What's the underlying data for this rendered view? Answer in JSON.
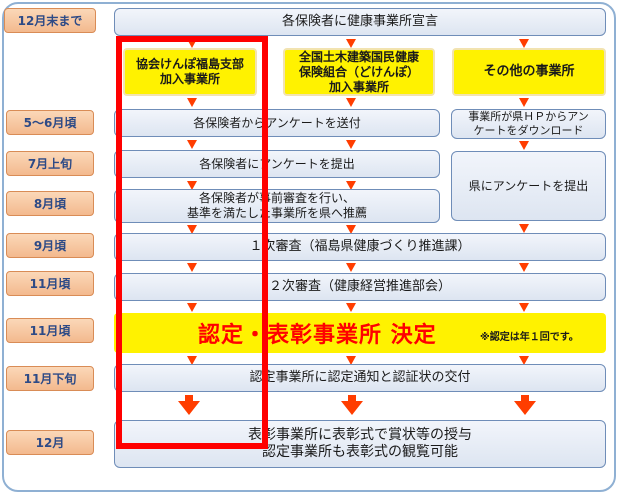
{
  "labels": {
    "r1": "12月末まで",
    "r2": "5～6月頃",
    "r3": "7月上旬",
    "r4": "8月頃",
    "r5": "9月頃",
    "r6": "11月頃",
    "r7": "11月頃",
    "r8": "11月下旬",
    "r9": "12月"
  },
  "columns": {
    "col1": [
      "協会けんぽ福島支部",
      "加入事業所"
    ],
    "col2": [
      "全国土木建築国民健康",
      "保険組合（どけんぽ）",
      "加入事業所"
    ],
    "col3": [
      "その他の事業所"
    ]
  },
  "steps": {
    "declare": "各保険者に健康事業所宣言",
    "send_survey": "各保険者からアンケートを送付",
    "download": [
      "事業所が県ＨＰからアン",
      "ケートをダウンロード"
    ],
    "submit_survey": "各保険者にアンケートを提出",
    "submit_pref": "県にアンケートを提出",
    "prescreen": [
      "各保険者が事前審査を行い、",
      "基準を満たした事業所を県へ推薦"
    ],
    "review1": "１次審査（福島県健康づくり推進課）",
    "review2": "２次審査（健康経営推進部会）",
    "decision": "認定・表彰事業所 決定",
    "decision_note": "※認定は年１回です。",
    "notify": "認定事業所に認定通知と認証状の交付",
    "award": [
      "表彰事業所に表彰式で賞状等の授与",
      "認定事業所も表彰式の観覧可能"
    ]
  },
  "colors": {
    "highlight": "#fff200",
    "arrow": "#ff3d00",
    "emphasis_frame": "#ff0000",
    "label_fill": "#f3b98e",
    "label_text": "#2d4a86"
  }
}
